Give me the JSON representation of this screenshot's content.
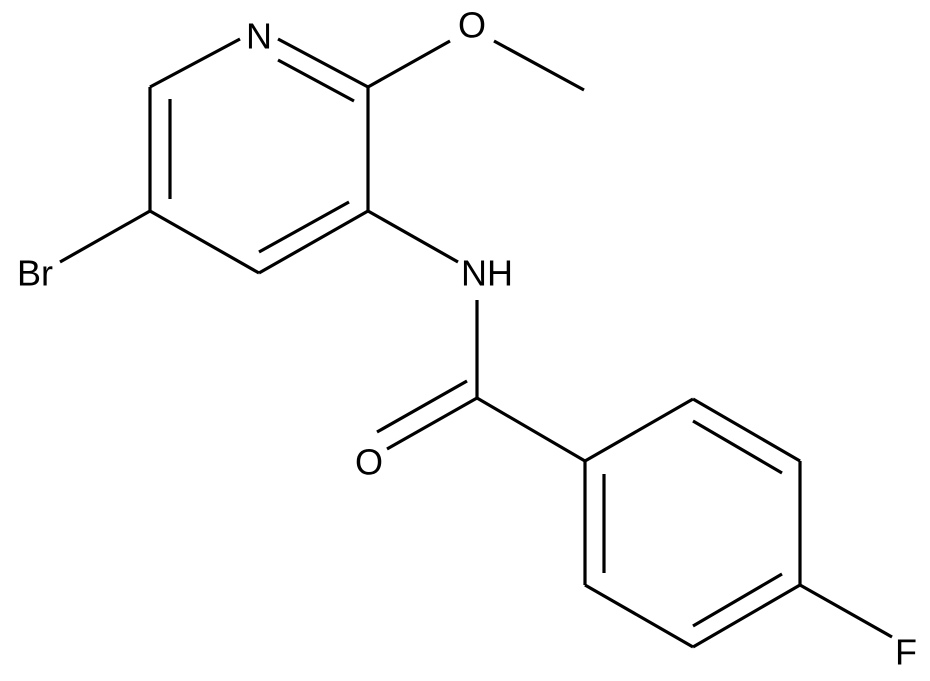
{
  "molecule": {
    "atom_labels": {
      "n_ring": "N",
      "oxygen_methoxy": "O",
      "bromine": "Br",
      "amide_nh": "NH",
      "carbonyl_oxygen": "O",
      "fluorine": "F"
    }
  }
}
